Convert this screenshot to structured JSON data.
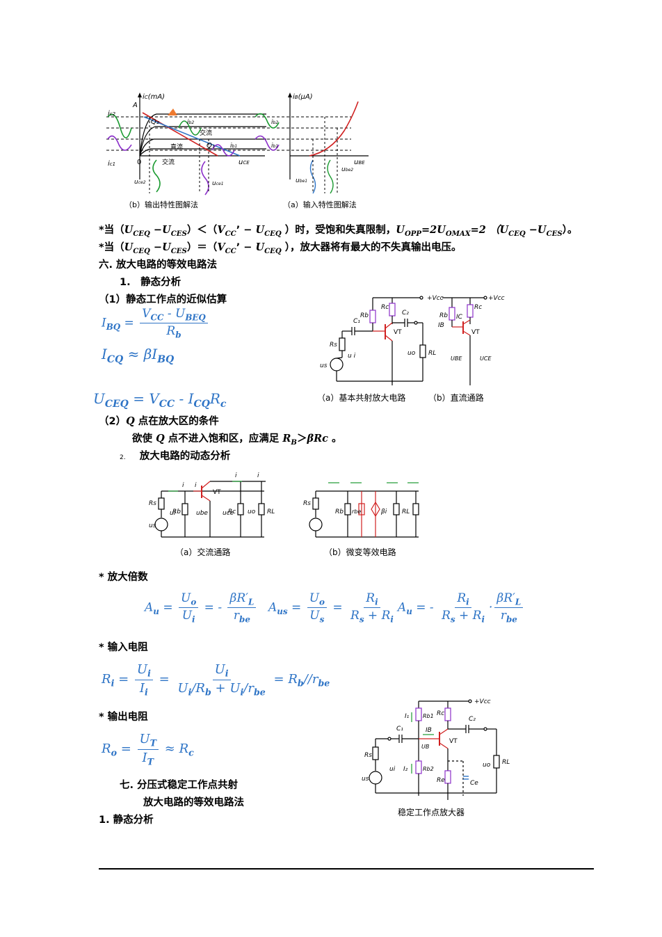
{
  "figures": {
    "top": {
      "caption_left": "（b）输出特性图解法",
      "caption_right": "（a）输入特性图解法",
      "labels": {
        "ic_axis": "i",
        "ic_sub": "C",
        "ic_unit": "(mA)",
        "ib_axis": "i",
        "ib_sub": "B",
        "ib_unit": "(μA)",
        "A": "A",
        "ic2": "i",
        "ic2_sub": "c2",
        "ic1": "i",
        "ic1_sub": "c1",
        "Q2": "Q₂",
        "Q1": "Q₁",
        "ib2": "i",
        "ib2_sub": "b2",
        "ib1": "i",
        "ib1_sub": "b1",
        "jiaoliu1": "交流",
        "zhiliu": "直流",
        "jiaoliu2": "交流",
        "zero": "0",
        "uce": "u",
        "uce_sub": "CE",
        "ube": "u",
        "ube_sub": "BE",
        "uce2": "u",
        "uce2_sub": "ce2",
        "uce1": "u",
        "uce1_sub": "ce1",
        "ube1": "u",
        "ube1_sub": "be1",
        "ube2": "u",
        "ube2_sub": "be2"
      }
    },
    "circuit_basic": {
      "caption_a": "（a）基本共射放大电路",
      "caption_b": "（b）直流通路",
      "vcc": "+Vcc",
      "Rb": "Rb",
      "Rc": "Rc",
      "C1": "C₁",
      "C2": "C₂",
      "VT": "VT",
      "Rs": "Rs",
      "us": "us",
      "ui": "u i",
      "uo": "uo",
      "RL": "RL",
      "IB": "IB",
      "IC": "IC",
      "UBE": "UBE",
      "UCE": "UCE"
    },
    "circuit_ac": {
      "caption_a": "（a）交流通路",
      "caption_b": "（b）微变等效电路",
      "ii": "i",
      "ib": "i",
      "ic": "i",
      "io": "i",
      "VT": "VT",
      "Rs": "Rs",
      "Rb": "Rb",
      "Rc": "Rc",
      "RL": "RL",
      "ui": "ui",
      "ube": "ube",
      "uce": "uce",
      "uo": "uo",
      "us": "us",
      "rbe": "rbe",
      "beta_ib": "βi"
    },
    "circuit_stable": {
      "caption": "稳定工作点放大器",
      "vcc": "+Vcc",
      "I1": "I₁",
      "Rb1": "Rb1",
      "Rc": "Rc",
      "C2": "C₂",
      "C1": "C₁",
      "IB": "IB",
      "UB": "UB",
      "VT": "VT",
      "Rs": "Rs",
      "us": "us",
      "ui": "ui",
      "I2": "I₂",
      "Rb2": "Rb2",
      "Re": "Re",
      "Ce": "Ce",
      "uo": "uo",
      "RL": "RL"
    }
  },
  "text": {
    "line1_prefix": "*当（",
    "line1_a": "U",
    "line1_a_sub": "CEQ",
    "line1_minus": " −",
    "line1_b": "U",
    "line1_b_sub": "CES",
    "line1_mid": "）＜（",
    "line1_c": "V",
    "line1_c_sub": "CC",
    "line1_c_prime": "’ − ",
    "line1_d": "U",
    "line1_d_sub": "CEQ",
    "line1_tail": " ）时，受饱和失真限制，",
    "line1_e": "U",
    "line1_e_sub": "OPP",
    "line1_eq": "=2",
    "line1_f": "U",
    "line1_f_sub": "OMAX",
    "line1_eq2": "=2 （",
    "line1_g": "U",
    "line1_g_sub": "CEQ",
    "line1_minus2": " −",
    "line1_h": "U",
    "line1_h_sub": "CES",
    "line1_end": "）。",
    "line2_prefix": "*当（",
    "line2_mid": "）＝（",
    "line2_tail": " ），放大器将有最大的不失真输出电压。",
    "sec6": "六. 放大电路的等效电路法",
    "sub1": "1.　静态分析",
    "sub1_1": "（1）静态工作点的近似估算",
    "sub1_2": "（2）",
    "sub1_2_Q": "Q",
    "sub1_2_rest": " 点在放大区的条件",
    "cond_pre": "欲使 ",
    "cond_Q": "Q",
    "cond_mid": " 点不进入饱和区，应满足 ",
    "cond_R": "R",
    "cond_R_sub": "B",
    "cond_gt": "＞",
    "cond_beta": "βRc",
    "cond_end": " 。",
    "sub2_num": "2.",
    "sub2": "放大电路的动态分析",
    "gain": "* 放大倍数",
    "rin": "* 输入电阻",
    "rout": "* 输出电阻",
    "sec7_a": "七. 分压式稳定工作点共射",
    "sec7_b": "放大电路的等效电路法",
    "sec7_1": "1. 静态分析"
  },
  "equations": {
    "ibq_lhs": "I",
    "ibq_lhs_sub": "BQ",
    "ibq_num": "V",
    "ibq_num_sub": "CC",
    "ibq_num_mid": " - ",
    "ibq_num2": "U",
    "ibq_num2_sub": "BEQ",
    "ibq_den": "R",
    "ibq_den_sub": "b",
    "icq": "I",
    "icq_sub": "CQ",
    "icq_rhs": " ≈ βI",
    "icq_rhs_sub": "BQ",
    "uceq": "U",
    "uceq_sub": "CEQ",
    "uceq_rhs": " = V",
    "uceq_rhs_sub": "CC",
    "uceq_rhs2": " - I",
    "uceq_rhs2_sub": "CQ",
    "uceq_rhs3": "R",
    "uceq_rhs3_sub": "c",
    "au": "A",
    "au_sub": "u",
    "au_num": "U",
    "au_num_sub": "o",
    "au_den": "U",
    "au_den_sub": "i",
    "au_neg": "-",
    "au_num2": "βR′",
    "au_num2_sub": "L",
    "au_den2": "r",
    "au_den2_sub": "be",
    "aus": "A",
    "aus_sub": "us",
    "aus_num": "U",
    "aus_num_sub": "o",
    "aus_den": "U",
    "aus_den_sub": "s",
    "aus_f2_num": "R",
    "aus_f2_num_sub": "i",
    "aus_f2_den": "R",
    "aus_f2_den_sub": "s",
    "aus_f2_den_mid": " + R",
    "aus_f2_den_sub2": "i",
    "aus_au": "A",
    "aus_au_sub": "u",
    "aus_neg": "-",
    "ri": "R",
    "ri_sub": "i",
    "ri_num": "U",
    "ri_num_sub": "i",
    "ri_den": "I",
    "ri_den_sub": "i",
    "ri_num2": "U",
    "ri_num2_sub": "i",
    "ri_den2": "U",
    "ri_den2_sub": "i",
    "ri_den2_mid": "/R",
    "ri_den2_sub2": "b",
    "ri_den2_mid2": " + U",
    "ri_den2_sub3": "i",
    "ri_den2_mid3": "/r",
    "ri_den2_sub4": "be",
    "ri_rhs": " = R",
    "ri_rhs_sub": "b",
    "ri_rhs2": "//r",
    "ri_rhs2_sub": "be",
    "ro": "R",
    "ro_sub": "o",
    "ro_num": "U",
    "ro_num_sub": "T",
    "ro_den": "I",
    "ro_den_sub": "T",
    "ro_rhs": " ≈ R",
    "ro_rhs_sub": "c"
  }
}
